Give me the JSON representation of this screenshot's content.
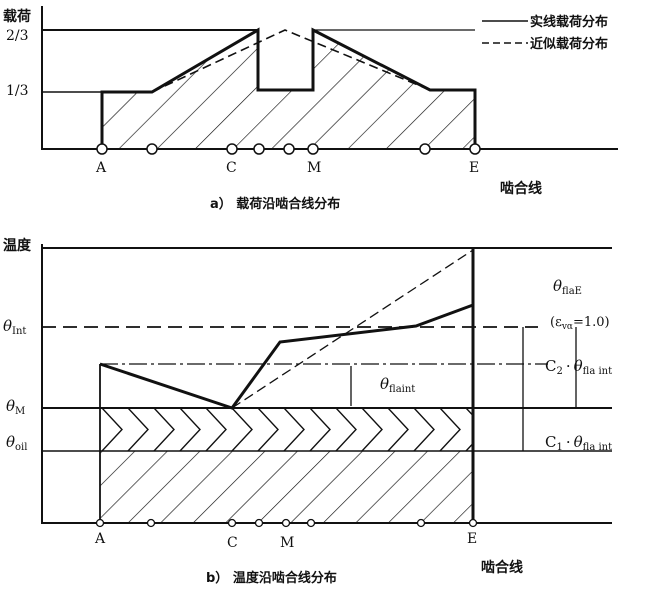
{
  "figure_a": {
    "y_axis_label": "载荷",
    "tick_two_thirds": "2/3",
    "tick_one_third": "1/3",
    "legend_solid": "实线载荷分布",
    "legend_dashed": "近似载荷分布",
    "point_A": "A",
    "point_C": "C",
    "point_M": "M",
    "point_E": "E",
    "x_axis_label": "啮合线",
    "caption": "a） 载荷沿啮合线分布"
  },
  "figure_b": {
    "y_axis_label": "温度",
    "theta_int": "θ",
    "theta_int_sub": "Int",
    "theta_M": "θ",
    "theta_M_sub": "M",
    "theta_oil": "θ",
    "theta_oil_sub": "oil",
    "theta_flaE": "θ",
    "theta_flaE_sub": "flaE",
    "epsilon_note_open": "(ε",
    "epsilon_note_sub": "vα",
    "epsilon_note_close": "=1.0)",
    "theta_flaint": "θ",
    "theta_flaint_sub": "flaint",
    "c2_label": "C",
    "c2_sub": "2",
    "c2_dot": "·",
    "c2_theta": "θ",
    "c2_theta_sub": "fla int",
    "c1_label": "C",
    "c1_sub": "1",
    "c1_dot": "·",
    "c1_theta": "θ",
    "c1_theta_sub": "fla int",
    "point_A": "A",
    "point_C": "C",
    "point_M": "M",
    "point_E": "E",
    "x_axis_label": "啮合线",
    "caption": "b） 温度沿啮合线分布"
  }
}
